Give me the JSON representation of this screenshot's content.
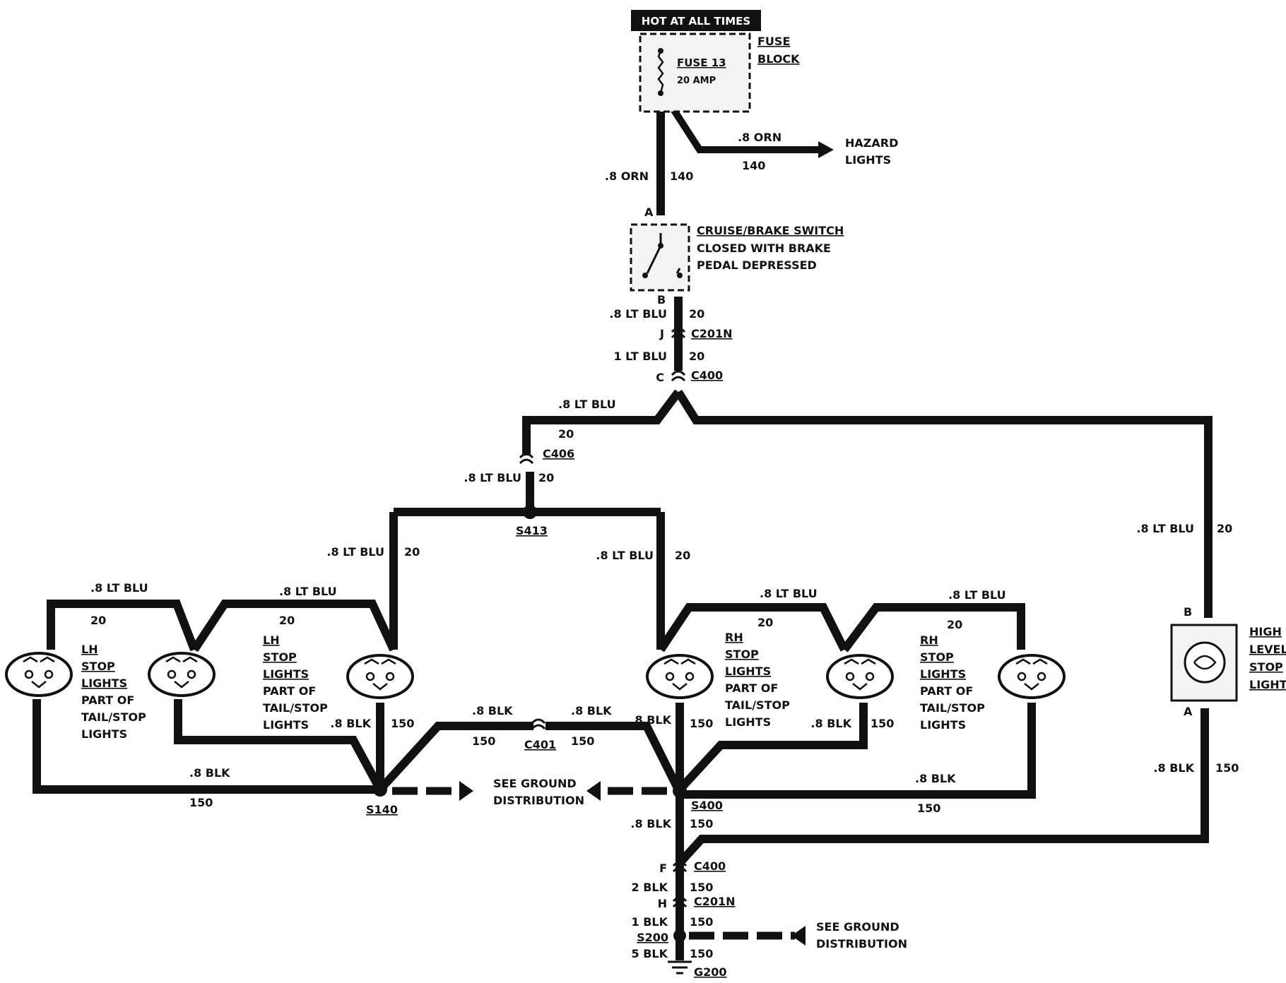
{
  "power": {
    "header": "HOT AT ALL TIMES",
    "fuse_block": [
      "FUSE",
      "BLOCK"
    ],
    "fuse": "FUSE 13",
    "amp": "20 AMP"
  },
  "hazard": {
    "wire": ".8 ORN",
    "circuit": "140",
    "label": [
      "HAZARD",
      "LIGHTS"
    ]
  },
  "feed": {
    "wire": ".8 ORN",
    "circuit": "140"
  },
  "switch": {
    "pin_a": "A",
    "pin_b": "B",
    "label": [
      "CRUISE/BRAKE SWITCH",
      "CLOSED WITH BRAKE",
      "PEDAL DEPRESSED"
    ]
  },
  "upper": {
    "w1": ".8 LT BLU",
    "c1": "20",
    "pin_j": "J",
    "conn1": "C201N",
    "w2": "1 LT BLU",
    "c2": "20",
    "pin_c": "C",
    "conn2": "C400"
  },
  "split": {
    "wire": ".8 LT BLU",
    "circuit": "20",
    "conn": "C406",
    "wire2": ".8 LT BLU",
    "circuit2": "20",
    "splice": "S413"
  },
  "branches": {
    "left_wire": ".8 LT BLU",
    "left_circuit": "20",
    "right_wire": ".8 LT BLU",
    "right_circuit": "20",
    "high_wire": ".8 LT BLU",
    "high_circuit": "20"
  },
  "lh": {
    "w_outer": ".8 LT BLU",
    "c_outer": "20",
    "w_mid": ".8 LT BLU",
    "c_mid": "20",
    "label1_title": [
      "LH",
      "STOP",
      "LIGHTS"
    ],
    "label1_sub": [
      "PART OF",
      "TAIL/STOP",
      "LIGHTS"
    ],
    "label2_title": [
      "LH",
      "STOP",
      "LIGHTS"
    ],
    "label2_sub": [
      "PART OF",
      "TAIL/STOP",
      "LIGHTS"
    ]
  },
  "rh": {
    "w_mid": ".8 LT BLU",
    "c_mid": "20",
    "w_outer": ".8 LT BLU",
    "c_outer": "20",
    "label1_title": [
      "RH",
      "STOP",
      "LIGHTS"
    ],
    "label1_sub": [
      "PART OF",
      "TAIL/STOP",
      "LIGHTS"
    ],
    "label2_title": [
      "RH",
      "STOP",
      "LIGHTS"
    ],
    "label2_sub": [
      "PART OF",
      "TAIL/STOP",
      "LIGHTS"
    ]
  },
  "high_level": {
    "pin_b": "B",
    "pin_a": "A",
    "label": [
      "HIGH",
      "LEVEL",
      "STOP",
      "LIGHT"
    ]
  },
  "ground": {
    "lh_center_wire": ".8 BLK",
    "lh_center_circuit": "150",
    "lh_bottom_wire": ".8 BLK",
    "lh_bottom_circuit": "150",
    "splice_left": "S140",
    "mid_wire_l": ".8 BLK",
    "mid_circuit_l": "150",
    "mid_conn": "C401",
    "mid_wire_r": ".8 BLK",
    "mid_circuit_r": "150",
    "see_ground": [
      "SEE GROUND",
      "DISTRIBUTION"
    ],
    "rh_center_wire": ".8 BLK",
    "rh_center_circuit": "150",
    "rh_mid_wire": ".8 BLK",
    "rh_mid_circuit": "150",
    "rh_bottom_wire": ".8 BLK",
    "rh_bottom_circuit": "150",
    "splice_right": "S400",
    "high_wire": ".8 BLK",
    "high_circuit": "150",
    "down_wire": ".8 BLK",
    "down_circuit": "150",
    "pin_f": "F",
    "conn_c400": "C400",
    "w2": "2 BLK",
    "c2": "150",
    "pin_h": "H",
    "conn_c201n": "C201N",
    "w3": "1 BLK",
    "c3": "150",
    "splice_s200": "S200",
    "w4": "5 BLK",
    "c4": "150",
    "g200": "G200",
    "see_ground2": [
      "SEE GROUND",
      "DISTRIBUTION"
    ]
  }
}
